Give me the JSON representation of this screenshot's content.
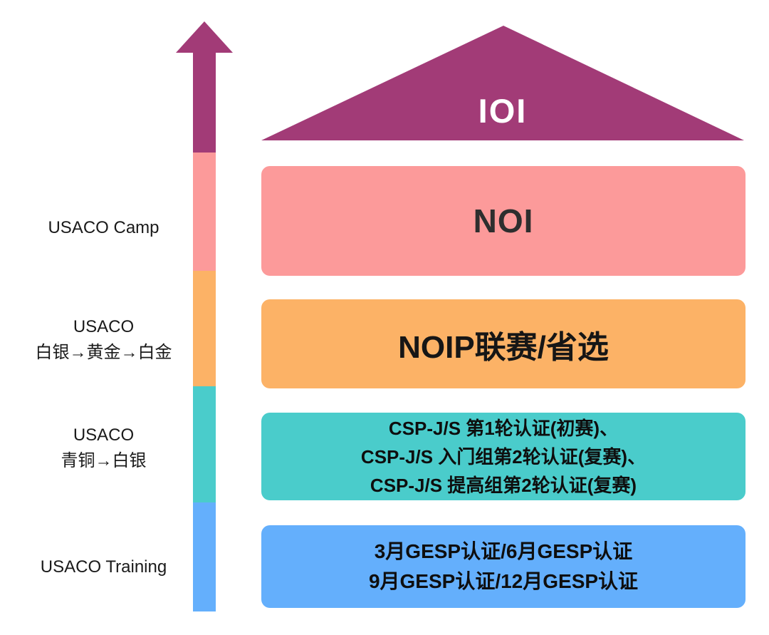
{
  "side_labels": {
    "camp": "USACO Camp",
    "silver_gold_platinum": [
      "USACO",
      "白银→黄金→白金"
    ],
    "bronze_silver": [
      "USACO",
      "青铜→白银"
    ],
    "training": "USACO Training"
  },
  "pyramid": {
    "ioi": "IOI",
    "noi": "NOI",
    "noip": "NOIP联赛/省选",
    "csp_lines": [
      "CSP-J/S 第1轮认证(初赛)、",
      "CSP-J/S 入门组第2轮认证(复赛)、",
      "CSP-J/S 提高组第2轮认证(复赛)"
    ],
    "gesp_lines": [
      "3月GESP认证/6月GESP认证",
      "9月GESP认证/12月GESP认证"
    ]
  },
  "colors": {
    "purple": "#A23B77",
    "pink": "#FC9A9A",
    "orange": "#FCB266",
    "teal": "#4ACCCB",
    "blue": "#64AFFC",
    "background": "#FFFFFF",
    "label_text": "#1A1A1A",
    "block_text": "#161616",
    "ioi_text": "#FFFFFF"
  }
}
